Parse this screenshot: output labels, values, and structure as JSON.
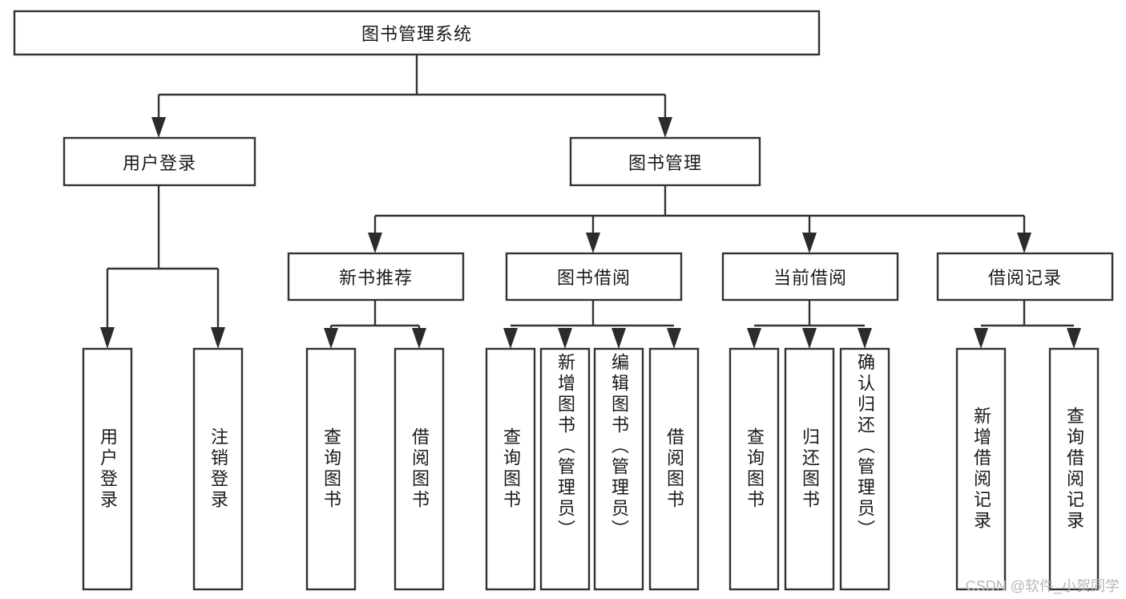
{
  "diagram": {
    "type": "tree-hierarchy",
    "title": "图书管理系统",
    "watermark": "CSDN @软件_小贺同学",
    "colors": {
      "background": "#ffffff",
      "box_stroke": "#333333",
      "box_fill": "#ffffff",
      "connector": "#333333",
      "text": "#1a1a1a",
      "watermark": "#b8b8b8"
    },
    "root": {
      "label": "图书管理系统",
      "orientation": "horizontal"
    },
    "level2": [
      {
        "label": "用户登录",
        "orientation": "horizontal"
      },
      {
        "label": "图书管理",
        "orientation": "horizontal"
      }
    ],
    "level3": [
      {
        "label": "新书推荐",
        "orientation": "horizontal"
      },
      {
        "label": "图书借阅",
        "orientation": "horizontal"
      },
      {
        "label": "当前借阅",
        "orientation": "horizontal"
      },
      {
        "label": "借阅记录",
        "orientation": "horizontal"
      }
    ],
    "leaves": {
      "user_login": [
        {
          "label": "用户登录",
          "orientation": "vertical"
        },
        {
          "label": "注销登录",
          "orientation": "vertical"
        }
      ],
      "new_book_rec": [
        {
          "label": "查询图书",
          "orientation": "vertical"
        },
        {
          "label": "借阅图书",
          "orientation": "vertical"
        }
      ],
      "book_borrow": [
        {
          "label": "查询图书",
          "orientation": "vertical"
        },
        {
          "label": "新增图书（管理员）",
          "orientation": "vertical"
        },
        {
          "label": "编辑图书（管理员）",
          "orientation": "vertical"
        },
        {
          "label": "借阅图书",
          "orientation": "vertical"
        }
      ],
      "current_borrow": [
        {
          "label": "查询图书",
          "orientation": "vertical"
        },
        {
          "label": "归还图书",
          "orientation": "vertical"
        },
        {
          "label": "确认归还（管理员）",
          "orientation": "vertical"
        }
      ],
      "borrow_record": [
        {
          "label": "新增借阅记录",
          "orientation": "vertical"
        },
        {
          "label": "查询借阅记录",
          "orientation": "vertical"
        }
      ]
    }
  }
}
